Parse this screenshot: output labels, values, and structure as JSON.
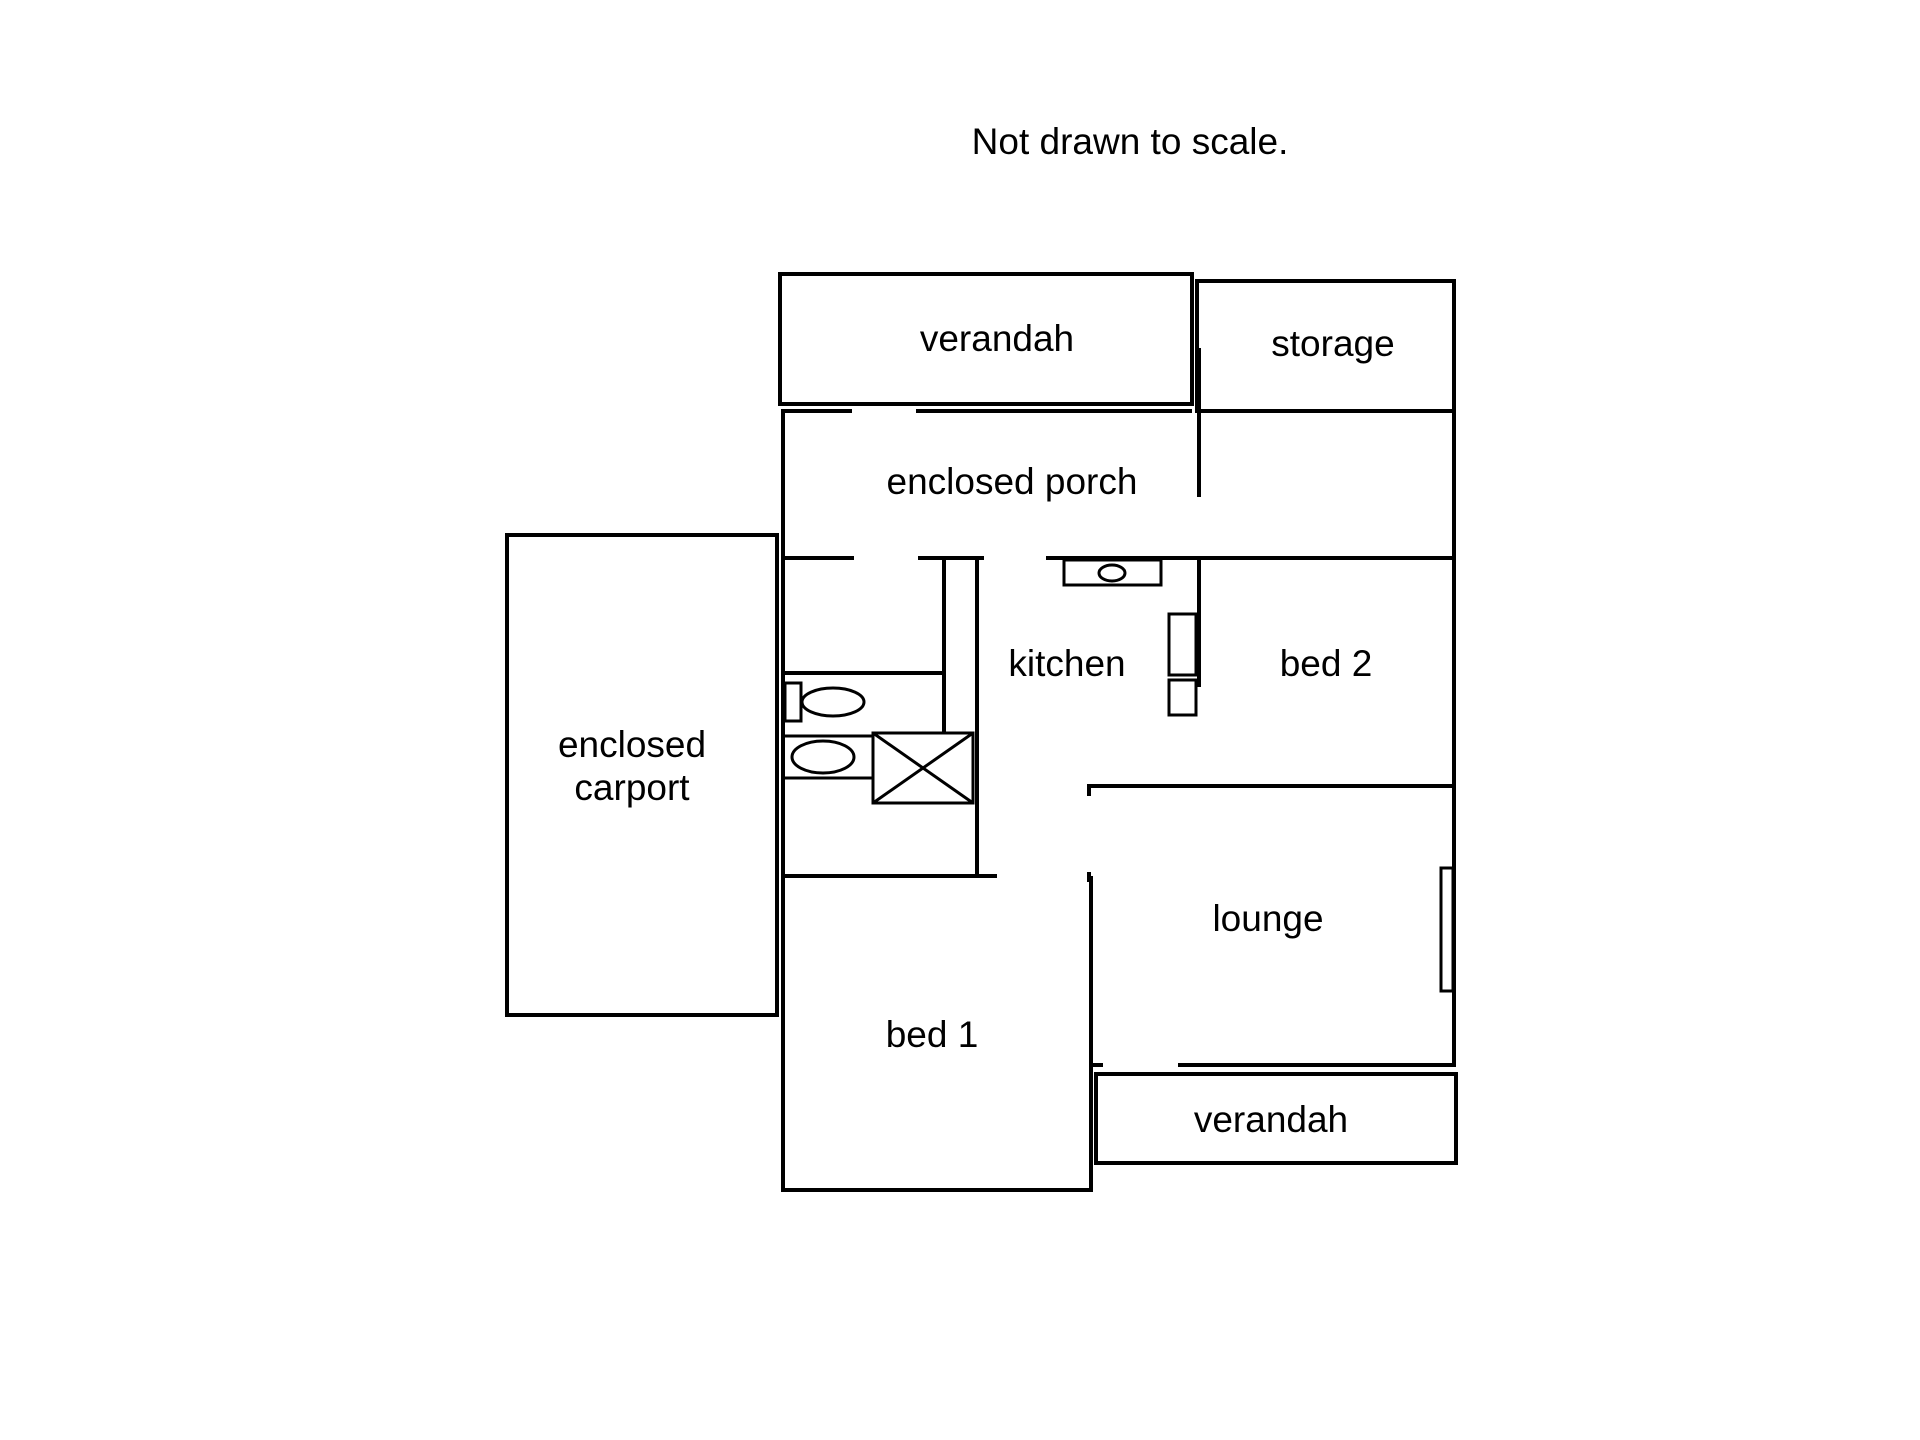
{
  "note": "Not drawn to scale.",
  "rooms": {
    "verandah_top": "verandah",
    "storage": "storage",
    "enclosed_porch": "enclosed porch",
    "kitchen": "kitchen",
    "bed_2": "bed 2",
    "enclosed_carport_line1": "enclosed",
    "enclosed_carport_line2": "carport",
    "lounge": "lounge",
    "bed_1": "bed 1",
    "verandah_bottom": "verandah"
  },
  "colors": {
    "line": "#000000",
    "background": "#ffffff"
  }
}
